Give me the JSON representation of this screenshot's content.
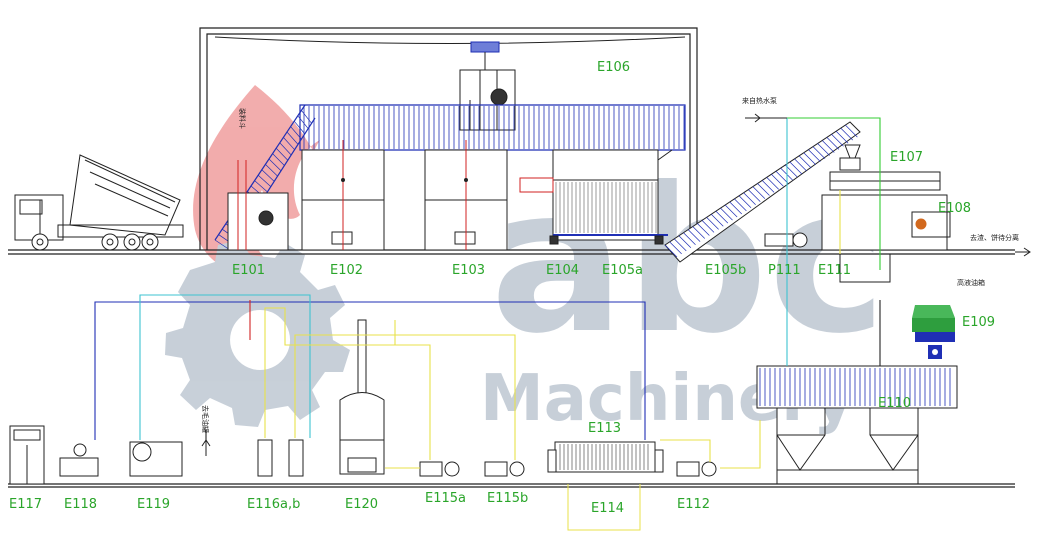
{
  "watermark": {
    "brand": "abc",
    "subtitle": "Machinery"
  },
  "colors": {
    "label": "#2aa52a",
    "line_black": "#222222",
    "pipe_blue": "#1f2fb5",
    "pipe_yellow": "#e8e24a",
    "pipe_cyan": "#3ec3d0",
    "pipe_green": "#33cc33",
    "pipe_red": "#d22222",
    "pipe_purple": "#7e3fbf",
    "accent_green": "#2e9e3e",
    "watermark_grey": "#9aa9ba",
    "watermark_red": "#e86a6a"
  },
  "notes": {
    "raw_inlet": "装料斗",
    "hot_water_in": "来自热水泵",
    "to_tank": "去渣、饼待分离",
    "crude_oil_tank": "高液油箱",
    "fuel_in": "去毛油罐"
  },
  "labels": {
    "E101": "E101",
    "E102": "E102",
    "E103": "E103",
    "E104": "E104",
    "E105a": "E105a",
    "E105b": "E105b",
    "E106": "E106",
    "E107": "E107",
    "E108": "E108",
    "E109": "E109",
    "E110": "E110",
    "E111": "E111",
    "E112": "E112",
    "E113": "E113",
    "E114": "E114",
    "E115a": "E115a",
    "E115b": "E115b",
    "E116ab": "E116a,b",
    "E117": "E117",
    "E118": "E118",
    "E119": "E119",
    "E120": "E120",
    "P111": "P111"
  }
}
